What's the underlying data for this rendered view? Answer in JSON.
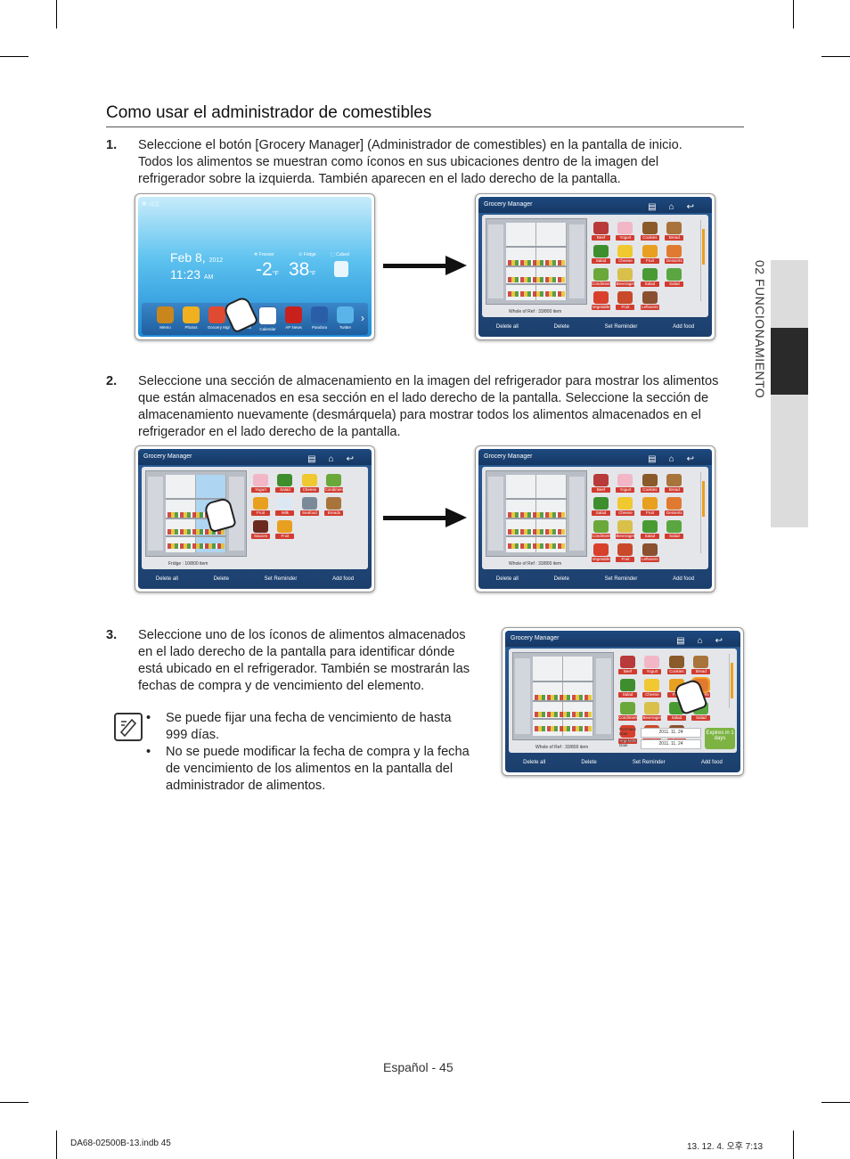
{
  "title": "Como usar el administrador de comestibles",
  "steps": [
    {
      "num": "1.",
      "lines": [
        "Seleccione el botón [Grocery Manager] (Administrador de comestibles) en la pantalla de inicio.",
        "Todos los alimentos se muestran como íconos en sus ubicaciones dentro de la imagen del",
        "refrigerador sobre la izquierda. También aparecen en el lado derecho de la pantalla."
      ]
    },
    {
      "num": "2.",
      "lines": [
        "Seleccione una sección de almacenamiento en la imagen del refrigerador para mostrar los alimentos",
        "que están almacenados en esa sección en el lado derecho de la pantalla. Seleccione la sección de",
        "almacenamiento nuevamente (desmárquela) para mostrar todos los alimentos almacenados en el",
        "refrigerador en el lado derecho de la pantalla."
      ]
    },
    {
      "num": "3.",
      "lines": [
        "Seleccione uno de los íconos de alimentos almacenados",
        "en el lado derecho de la pantalla para identificar dónde",
        "está ubicado en el refrigerador. También se mostrarán las",
        "fechas de compra y de vencimiento del elemento."
      ]
    }
  ],
  "notes": [
    {
      "lines": [
        "Se puede fijar una fecha de vencimiento de hasta",
        "999 días."
      ]
    },
    {
      "lines": [
        "No se puede modificar la fecha de compra y la fecha",
        "de vencimiento de los alimentos en la pantalla del",
        "administrador de alimentos."
      ]
    }
  ],
  "side_tab": "02  FUNCIONAMIENTO",
  "home_screen": {
    "date": "Feb 8,",
    "year": "2012",
    "time": "11:23",
    "ampm": "AM",
    "freezer_label": "Freezer",
    "freezer_temp": "-2",
    "fridge_label": "Fridge",
    "fridge_temp": "38",
    "unit": "°F",
    "ice_label": "Cubed",
    "apps": [
      "Memo",
      "Photos",
      "Grocery Mgr",
      "Epicurious",
      "Calendar",
      "AP News",
      "Pandora",
      "Twitter"
    ]
  },
  "grocery": {
    "title": "Grocery Manager",
    "footer": [
      "Delete all",
      "Delete",
      "Set Reminder",
      "Add food"
    ],
    "caption_all": "Whole of Ref : 33/800 item",
    "caption_fridge": "Fridge : 10/800 item",
    "items_all": [
      "Beef",
      "Yogurt",
      "Cookies",
      "Bread",
      "Salad",
      "Cheese",
      "Fruit",
      "Desserts",
      "Condiment",
      "Beverages",
      "Salad",
      "Salad",
      "Vegetable",
      "Fruit",
      "Leftovers"
    ],
    "items_fridge": [
      "Yogurt",
      "Salad",
      "Cheese",
      "Condiment",
      "Fruit",
      "Milk",
      "Seafood",
      "Breads",
      "Sauces",
      "Fruit"
    ],
    "purchase_label": "Purchase Date",
    "expiration_label": "Expiration Date",
    "purchase_date": "2011. 11. 24",
    "expiration_date": "2011. 11. 24",
    "expires_badge": "Expires in 1 days"
  },
  "page_number": "Español - 45",
  "file_info": "DA68-02500B-13.indb   45",
  "print_info": "13. 12. 4.   오후 7:13",
  "colors": {
    "header_blue": "#1c3f6d",
    "label_red": "#d23c30",
    "sky_blue": "#5dc2ef"
  }
}
